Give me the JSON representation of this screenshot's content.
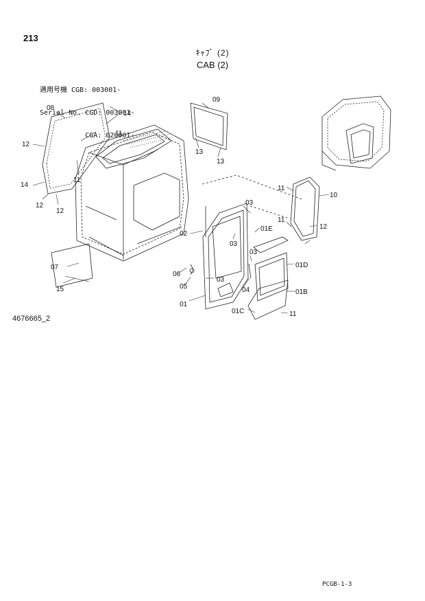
{
  "page": {
    "number": "213",
    "title_jp": "ｷｬﾌﾞ (2)",
    "title_en": "CAB (2)",
    "serial_rows": [
      "適用号機 CGB: 003001-",
      "Serial No. CGD: 003001-",
      "           CGA: 020001-"
    ],
    "drawing_number": "4676665_2",
    "footer_code": "PCGB-1-3"
  },
  "callouts": {
    "c08": "08",
    "c14a": "14",
    "c11a": "11",
    "c12a": "12",
    "c11b": "11",
    "c14b": "14",
    "c12b": "12",
    "c12c": "12",
    "c09": "09",
    "c13a": "13",
    "c13b": "13",
    "c11c": "11",
    "c10": "10",
    "c12d": "12",
    "c11d": "11",
    "c02": "02",
    "c03a": "03",
    "c03b": "03",
    "c01e": "01E",
    "c03c": "03",
    "c03d": "03",
    "c01d": "01D",
    "c07": "07",
    "c06": "06",
    "c05": "05",
    "c04": "04",
    "c01b": "01B",
    "c15": "15",
    "c01": "01",
    "c01c": "01C",
    "c11e": "11"
  }
}
